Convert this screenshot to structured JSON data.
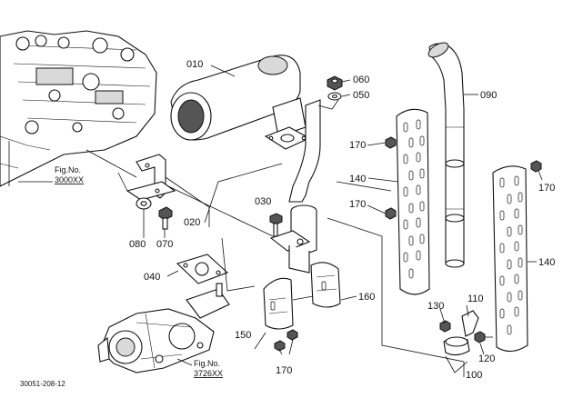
{
  "diagram_code": "30051-208-12",
  "labels": {
    "p010": "010",
    "p020": "020",
    "p030": "030",
    "p040": "040",
    "p050": "050",
    "p060": "060",
    "p070": "070",
    "p080": "080",
    "p090": "090",
    "p100": "100",
    "p110": "110",
    "p120": "120",
    "p130": "130",
    "p140a": "140",
    "p140b": "140",
    "p150": "150",
    "p160": "160",
    "p170a": "170",
    "p170b": "170",
    "p170c": "170",
    "p170d": "170"
  },
  "fig_refs": {
    "engine": {
      "line1": "Fig.No.",
      "line2": "3000XX"
    },
    "turbo": {
      "line1": "Fig.No.",
      "line2": "3726XX"
    }
  }
}
